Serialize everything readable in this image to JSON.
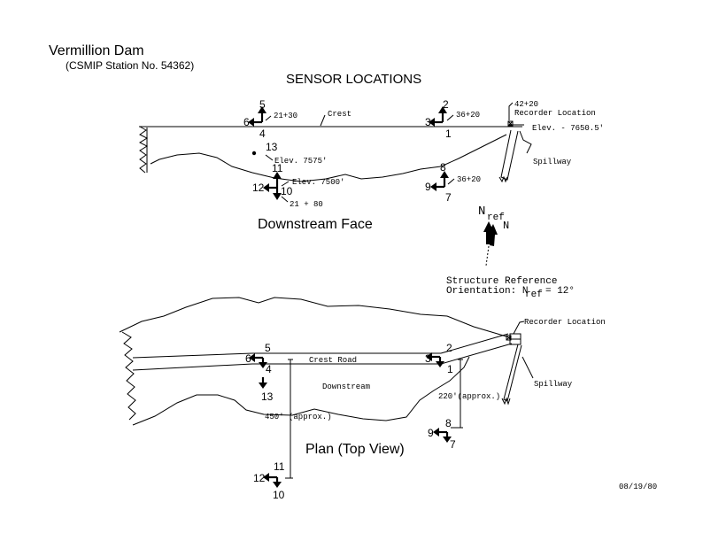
{
  "header": {
    "title": "Vermillion Dam",
    "station": "(CSMIP Station No. 54362)",
    "heading": "SENSOR LOCATIONS"
  },
  "downstream_face": {
    "caption": "Downstream Face",
    "sensor_labels": [
      "1",
      "2",
      "3",
      "4",
      "5",
      "6",
      "7",
      "8",
      "9",
      "10",
      "11",
      "12",
      "13"
    ],
    "stations": [
      "21+30",
      "36+20",
      "42+20",
      "36+20",
      "21 + 80"
    ],
    "crest_label": "Crest",
    "recorder_label": "Recorder Location",
    "crest_elev": "Elev. - 7650.5'",
    "elev_13": "Elev. 7575'",
    "elev_10": "Elev. 7500'",
    "spillway_label": "Spillway"
  },
  "orientation": {
    "nref_label": "N",
    "nref_sub": "ref",
    "north_label": "N",
    "ref_line1": "Structure Reference",
    "ref_line2_prefix": "Orientation: N",
    "ref_line2_sub": "ref",
    "ref_line2_value": "= 12°"
  },
  "plan_view": {
    "caption": "Plan (Top View)",
    "sensor_labels": [
      "1",
      "2",
      "3",
      "4",
      "5",
      "6",
      "7",
      "8",
      "9",
      "10",
      "11",
      "12",
      "13"
    ],
    "road_label": "Crest Road",
    "downstream_label": "Downstream",
    "dist_450": "450' (approx.)",
    "dist_220": "220'(approx.)",
    "recorder_label": "Recorder Location",
    "spillway_label": "Spillway"
  },
  "footer": {
    "date": "08/19/80"
  }
}
